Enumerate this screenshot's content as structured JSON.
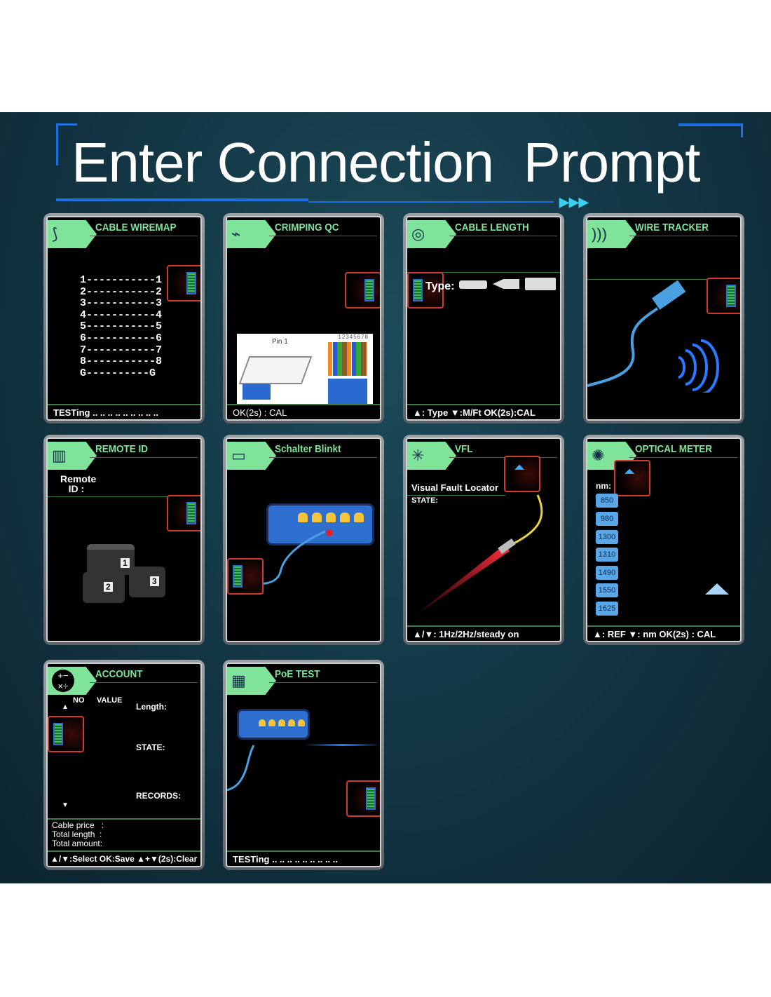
{
  "title": "Enter Connection  Prompt",
  "colors": {
    "accent_green": "#7fe39a",
    "highlight_red": "#d23a30",
    "background": "#143847"
  },
  "panels": {
    "wiremap": {
      "title": "CABLE WIREMAP",
      "icon": "cable-icon",
      "rows": [
        "1-----------1",
        "2-----------2",
        "3-----------3",
        "4-----------4",
        "5-----------5",
        "6-----------6",
        "7-----------7",
        "8-----------8",
        "G----------G"
      ],
      "footer": "TESTing .. .. .. .. .. .. .. .. .."
    },
    "crimping": {
      "title": "CRIMPING QC",
      "icon": "rj45-plug-icon",
      "pin_label": "Pin 1",
      "pin_numbers": "12345678",
      "footer": "OK(2s) : CAL"
    },
    "length": {
      "title": "CABLE LENGTH",
      "icon": "tape-measure-icon",
      "type_label": "Type:",
      "footer": "▲: Type ▼:M/Ft OK(2s):CAL"
    },
    "tracker": {
      "title": "WIRE TRACKER",
      "icon": "cable-signal-icon"
    },
    "remote": {
      "title": "REMOTE ID",
      "icon": "barcode-search-icon",
      "label": "Remote\n   ID :",
      "boxes": [
        "1",
        "2",
        "3"
      ]
    },
    "blink": {
      "title": "Schalter Blinkt",
      "icon": "switch-icon"
    },
    "vfl": {
      "title": "VFL",
      "icon": "laser-icon",
      "subtitle": "Visual Fault Locator",
      "state": "STATE:",
      "footer": "▲/▼: 1Hz/2Hz/steady on"
    },
    "optical": {
      "title": "OPTICAL METER",
      "icon": "fiber-icon",
      "nm_label": "nm:",
      "wavelengths": [
        "850",
        "980",
        "1300",
        "1310",
        "1490",
        "1550",
        "1625"
      ],
      "footer": "▲: REF ▼: nm  OK(2s) : CAL"
    },
    "account": {
      "title": "ACCOUNT",
      "icon": "calculator-icon",
      "col_no": "NO",
      "col_value": "VALUE",
      "length": "Length:",
      "state": "STATE:",
      "records": "RECORDS:",
      "summary": [
        "Cable price   :",
        "Total length  :",
        "Total amount:"
      ],
      "footer": "▲/▼:Select OK:Save ▲+▼(2s):Clear"
    },
    "poe": {
      "title": "PoE TEST",
      "icon": "poe-port-icon",
      "footer": "TESTing .. .. .. .. .. .. .. .. .."
    }
  }
}
